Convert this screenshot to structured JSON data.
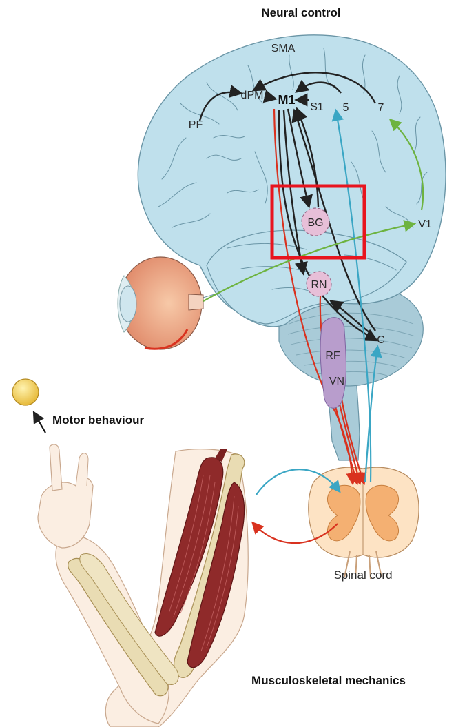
{
  "headings": {
    "neural_control": "Neural control",
    "motor_behaviour": "Motor behaviour",
    "musculoskeletal": "Musculoskeletal mechanics",
    "spinal_cord": "Spinal cord"
  },
  "regions": {
    "sma": "SMA",
    "dpm": "dPM",
    "m1": "M1",
    "pf": "PF",
    "s1": "S1",
    "area5": "5",
    "area7": "7",
    "bg": "BG",
    "v1": "V1",
    "rn": "RN",
    "rf": "RF",
    "vn": "VN",
    "c": "C"
  },
  "highlight": {
    "color": "#e8141e",
    "target": "BG"
  },
  "colors": {
    "brain": "#bfe0ec",
    "cerebellum": "#a9cbd8",
    "motor_path": "#d9321f",
    "sensory_path": "#3aa6c4",
    "visual_path": "#6db33f",
    "nucleus": "#e7bfd8",
    "spinal_grey": "#f4b072",
    "bone": "#e9dcb3",
    "muscle": "#8f2a2a"
  }
}
